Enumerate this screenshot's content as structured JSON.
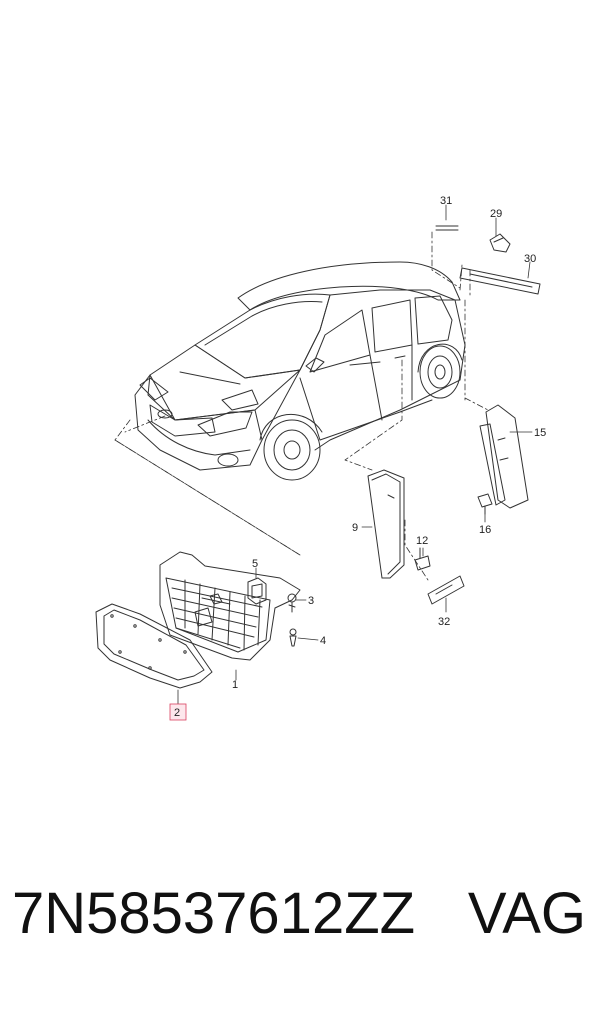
{
  "diagram": {
    "callouts": {
      "c1": "1",
      "c2": "2",
      "c3": "3",
      "c4": "4",
      "c5": "5",
      "c9": "9",
      "c12": "12",
      "c15": "15",
      "c16": "16",
      "c29": "29",
      "c30": "30",
      "c31": "31",
      "c32": "32"
    },
    "highlighted_callout": "2"
  },
  "footer": {
    "part_number": "7N58537612ZZ",
    "brand": "VAG"
  },
  "colors": {
    "line": "#333333",
    "highlight_fill": "#fde7ec",
    "highlight_stroke": "#d9415f"
  }
}
